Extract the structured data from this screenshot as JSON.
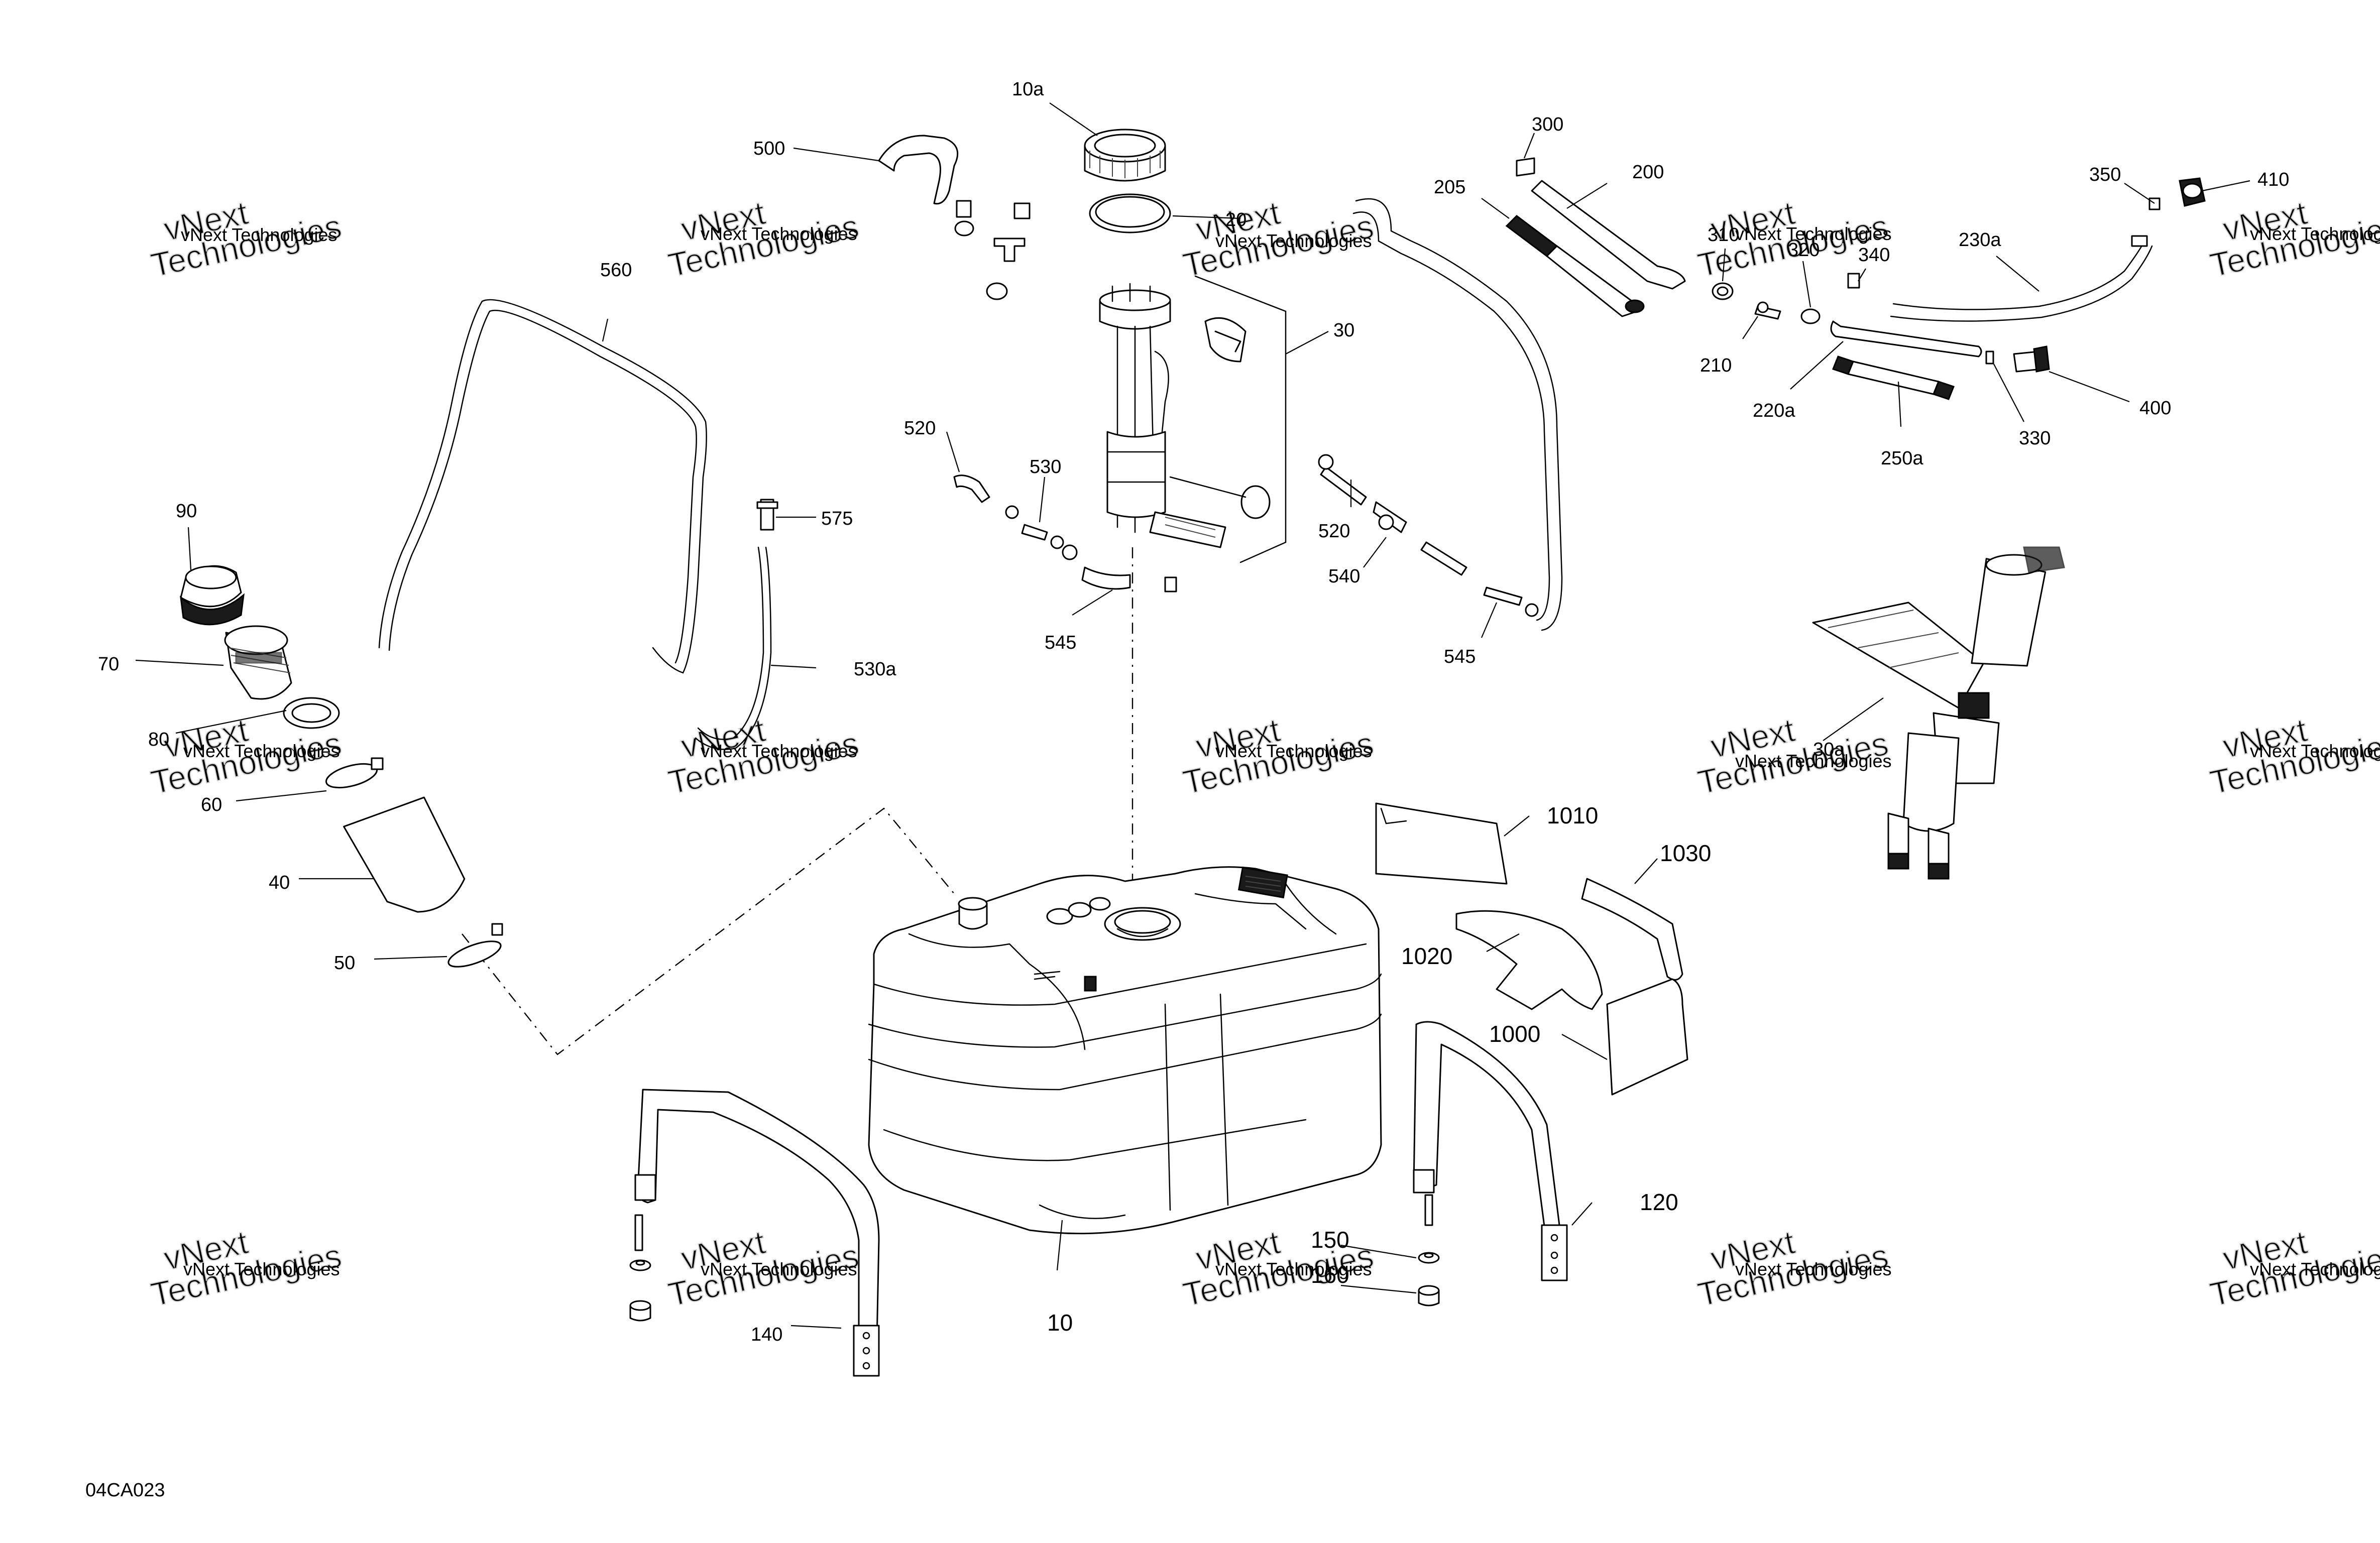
{
  "watermark": {
    "line1": "vNext Technologies",
    "line2": "vNext",
    "line3": "Technologies"
  },
  "diagram_code": "04CA023",
  "labels": {
    "p10": "10",
    "p10a": "10a",
    "p20": "20",
    "p30": "30",
    "p30a": "30a",
    "p40": "40",
    "p50": "50",
    "p60": "60",
    "p70": "70",
    "p80": "80",
    "p90": "90",
    "p120": "120",
    "p140": "140",
    "p150": "150",
    "p160": "160",
    "p200": "200",
    "p205": "205",
    "p210": "210",
    "p220a": "220a",
    "p230a": "230a",
    "p250a": "250a",
    "p300": "300",
    "p310": "310",
    "p320": "320",
    "p330": "330",
    "p340": "340",
    "p350": "350",
    "p400": "400",
    "p410": "410",
    "p500": "500",
    "p520a": "520",
    "p520b": "520",
    "p530": "530",
    "p530a": "530a",
    "p540": "540",
    "p545a": "545",
    "p545b": "545",
    "p560": "560",
    "p575": "575",
    "p1000": "1000",
    "p1010": "1010",
    "p1020": "1020",
    "p1030": "1030"
  }
}
